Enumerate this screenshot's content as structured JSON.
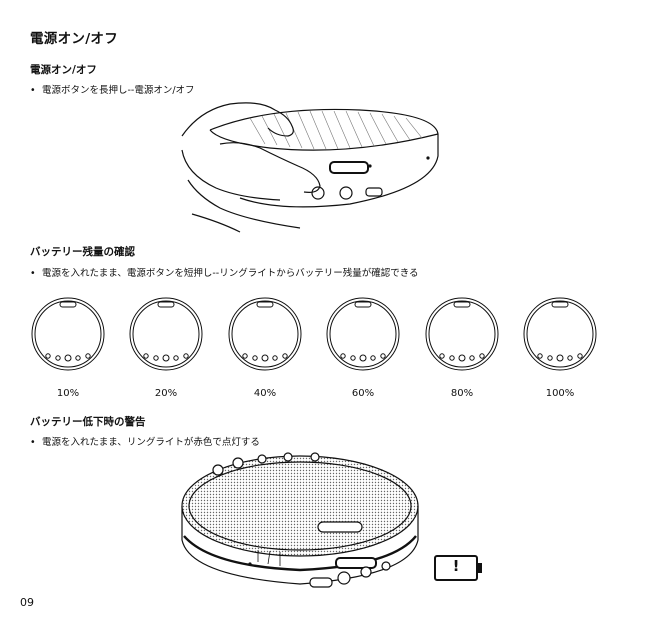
{
  "page_title": "電源オン/オフ",
  "sections": [
    {
      "title": "電源オン/オフ",
      "bullet": "電源ボタンを長押し--電源オン/オフ"
    },
    {
      "title": "バッテリー残量の確認",
      "bullet": "電源を入れたまま、電源ボタンを短押し--リングライトからバッテリー残量が確認できる"
    },
    {
      "title": "バッテリー低下時の警告",
      "bullet": "電源を入れたまま、リングライトが赤色で点灯する"
    }
  ],
  "battery_levels": [
    "10%",
    "20%",
    "40%",
    "60%",
    "80%",
    "100%"
  ],
  "warning_icon_label": "!",
  "page_number": "09",
  "icons": {
    "bullet": "bullet-dot",
    "device_hand": "hand-pressing-power-button-illustration",
    "device_top": "speakerphone-top-view-illustration",
    "device_full": "speakerphone-red-ring-illustration",
    "battery": "low-battery-icon"
  }
}
